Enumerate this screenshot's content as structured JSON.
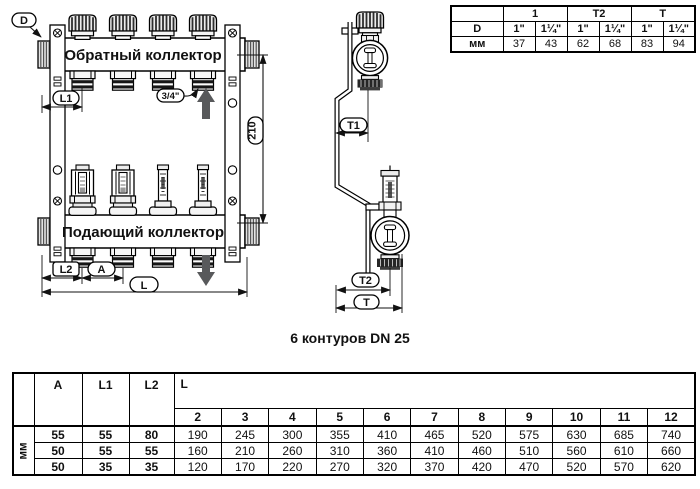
{
  "diagram": {
    "front_view": {
      "d_label": "D",
      "return_manifold": "Обратный коллектор",
      "supply_manifold": "Подающий коллектор",
      "l1": "L1",
      "l2": "L2",
      "a": "A",
      "l": "L",
      "outlet_size": "3/4\"",
      "height_dim": "210"
    },
    "side_view": {
      "t1": "T1",
      "t2": "T2",
      "t": "T"
    }
  },
  "caption": "6 контуров DN 25",
  "top_table": {
    "header_groups": [
      "1",
      "T2",
      "T"
    ],
    "rows": [
      {
        "label": "D",
        "values": [
          "1\"",
          "1¼\"",
          "1\"",
          "1¼\"",
          "1\"",
          "1¼\""
        ]
      },
      {
        "label": "мм",
        "values": [
          "37",
          "43",
          "62",
          "68",
          "83",
          "94"
        ]
      }
    ]
  },
  "bottom_table": {
    "unit_label": "мм",
    "headers": {
      "a": "A",
      "l1": "L1",
      "l2": "L2",
      "l": "L"
    },
    "circuits": [
      "2",
      "3",
      "4",
      "5",
      "6",
      "7",
      "8",
      "9",
      "10",
      "11",
      "12"
    ],
    "rows": [
      {
        "a": "55",
        "l1": "55",
        "l2": "80",
        "l": [
          "190",
          "245",
          "300",
          "355",
          "410",
          "465",
          "520",
          "575",
          "630",
          "685",
          "740"
        ]
      },
      {
        "a": "50",
        "l1": "55",
        "l2": "55",
        "l": [
          "160",
          "210",
          "260",
          "310",
          "360",
          "410",
          "460",
          "510",
          "560",
          "610",
          "660"
        ]
      },
      {
        "a": "50",
        "l1": "35",
        "l2": "35",
        "l": [
          "120",
          "170",
          "220",
          "270",
          "320",
          "370",
          "420",
          "470",
          "520",
          "570",
          "620"
        ]
      }
    ]
  },
  "colors": {
    "arrow": "#58595b",
    "line": "#000000"
  }
}
